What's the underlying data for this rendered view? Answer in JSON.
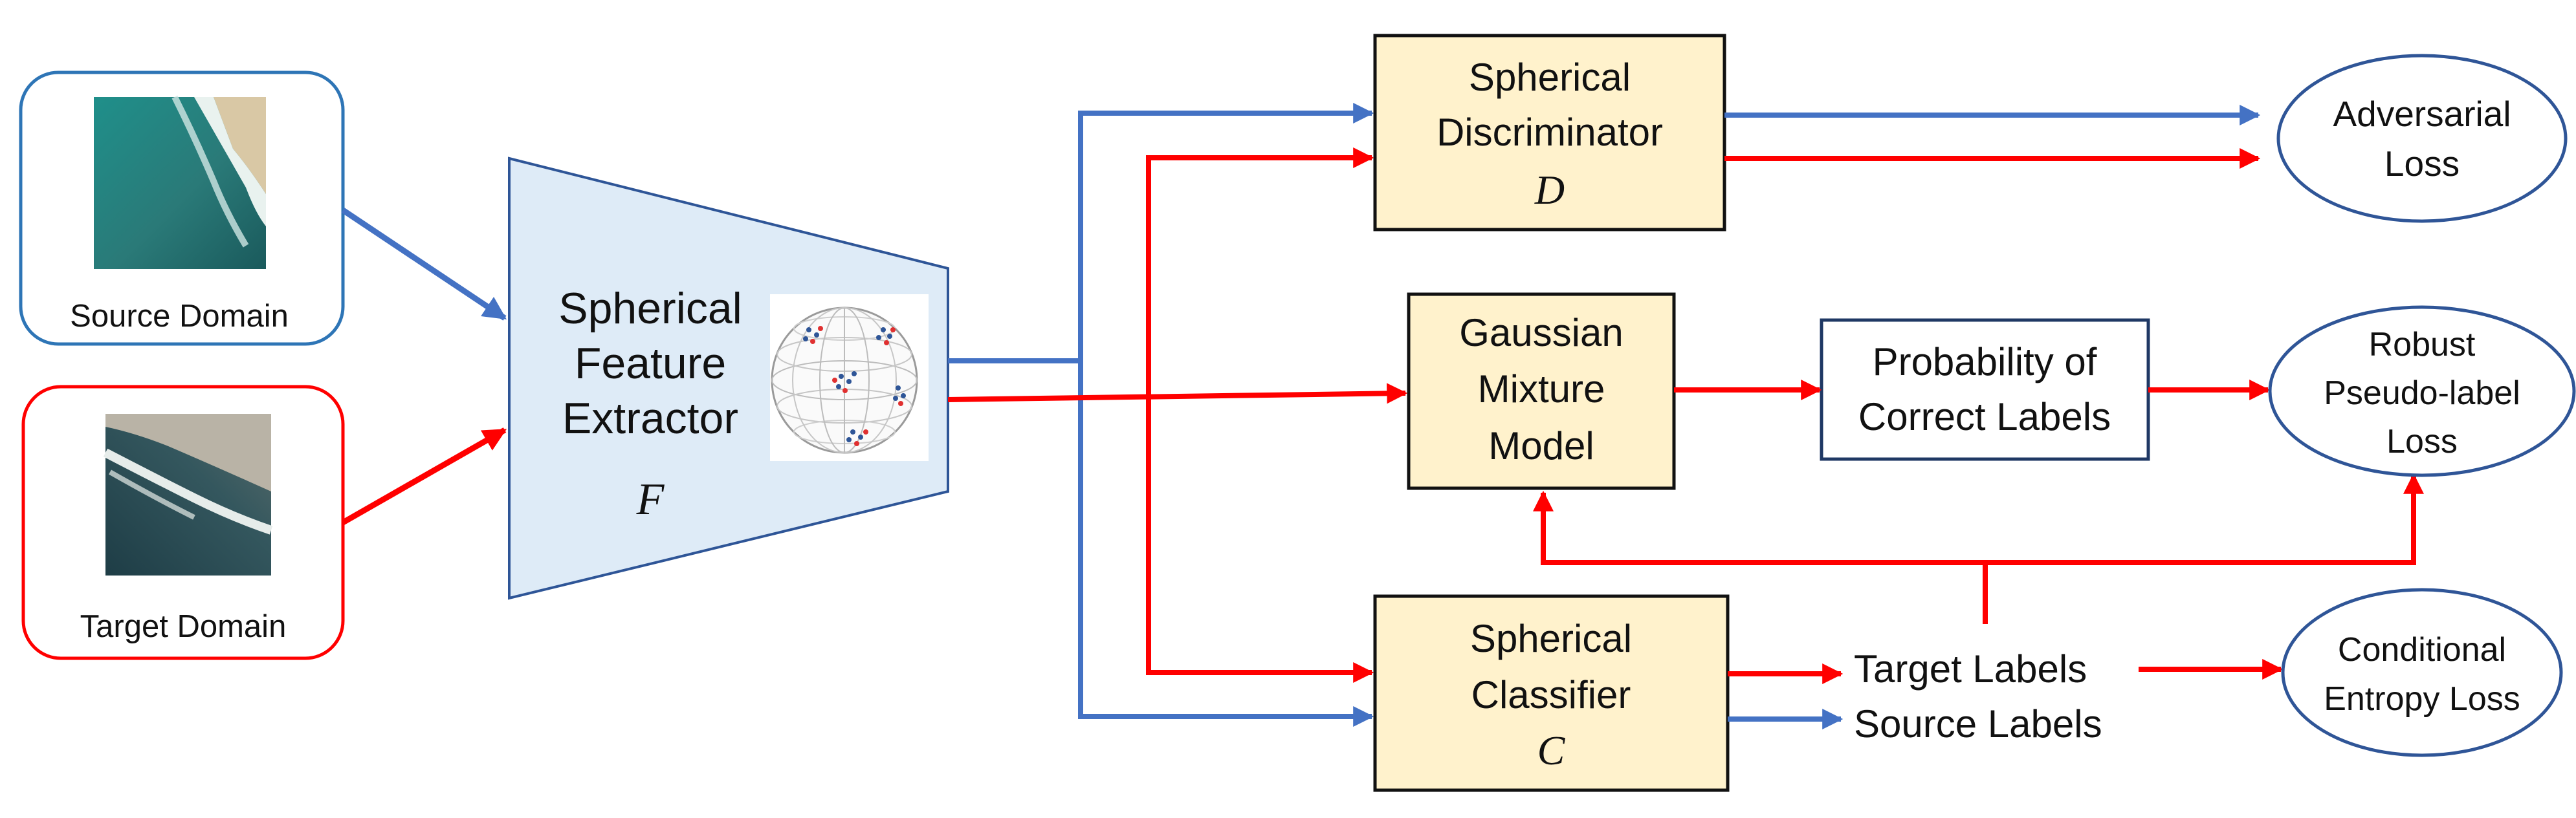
{
  "colors": {
    "source": "#4472C4",
    "target": "#FF0000",
    "module_fill": "#FFF2CC",
    "extractor_fill": "#DEEBF7",
    "extractor_stroke": "#2E5597",
    "loss_stroke": "#2F5597"
  },
  "inputs": {
    "source": {
      "caption": "Source Domain",
      "image": "aerial-coast-image"
    },
    "target": {
      "caption": "Target Domain",
      "image": "aerial-coast-image"
    }
  },
  "extractor": {
    "line1": "Spherical",
    "line2": "Feature",
    "line3": "Extractor",
    "symbol": "F",
    "icon": "sphere-feature-icon"
  },
  "modules": {
    "discriminator": {
      "line1": "Spherical",
      "line2": "Discriminator",
      "symbol": "D"
    },
    "gmm": {
      "line1": "Gaussian",
      "line2": "Mixture",
      "line3": "Model"
    },
    "classifier": {
      "line1": "Spherical",
      "line2": "Classifier",
      "symbol": "C"
    }
  },
  "probability": {
    "line1": "Probability of",
    "line2": "Correct Labels"
  },
  "labels": {
    "target": "Target Labels",
    "source": "Source Labels"
  },
  "losses": {
    "adversarial": {
      "line1": "Adversarial",
      "line2": "Loss"
    },
    "robust": {
      "line1": "Robust",
      "line2": "Pseudo-label",
      "line3": "Loss"
    },
    "conditional": {
      "line1": "Conditional",
      "line2": "Entropy Loss"
    }
  }
}
